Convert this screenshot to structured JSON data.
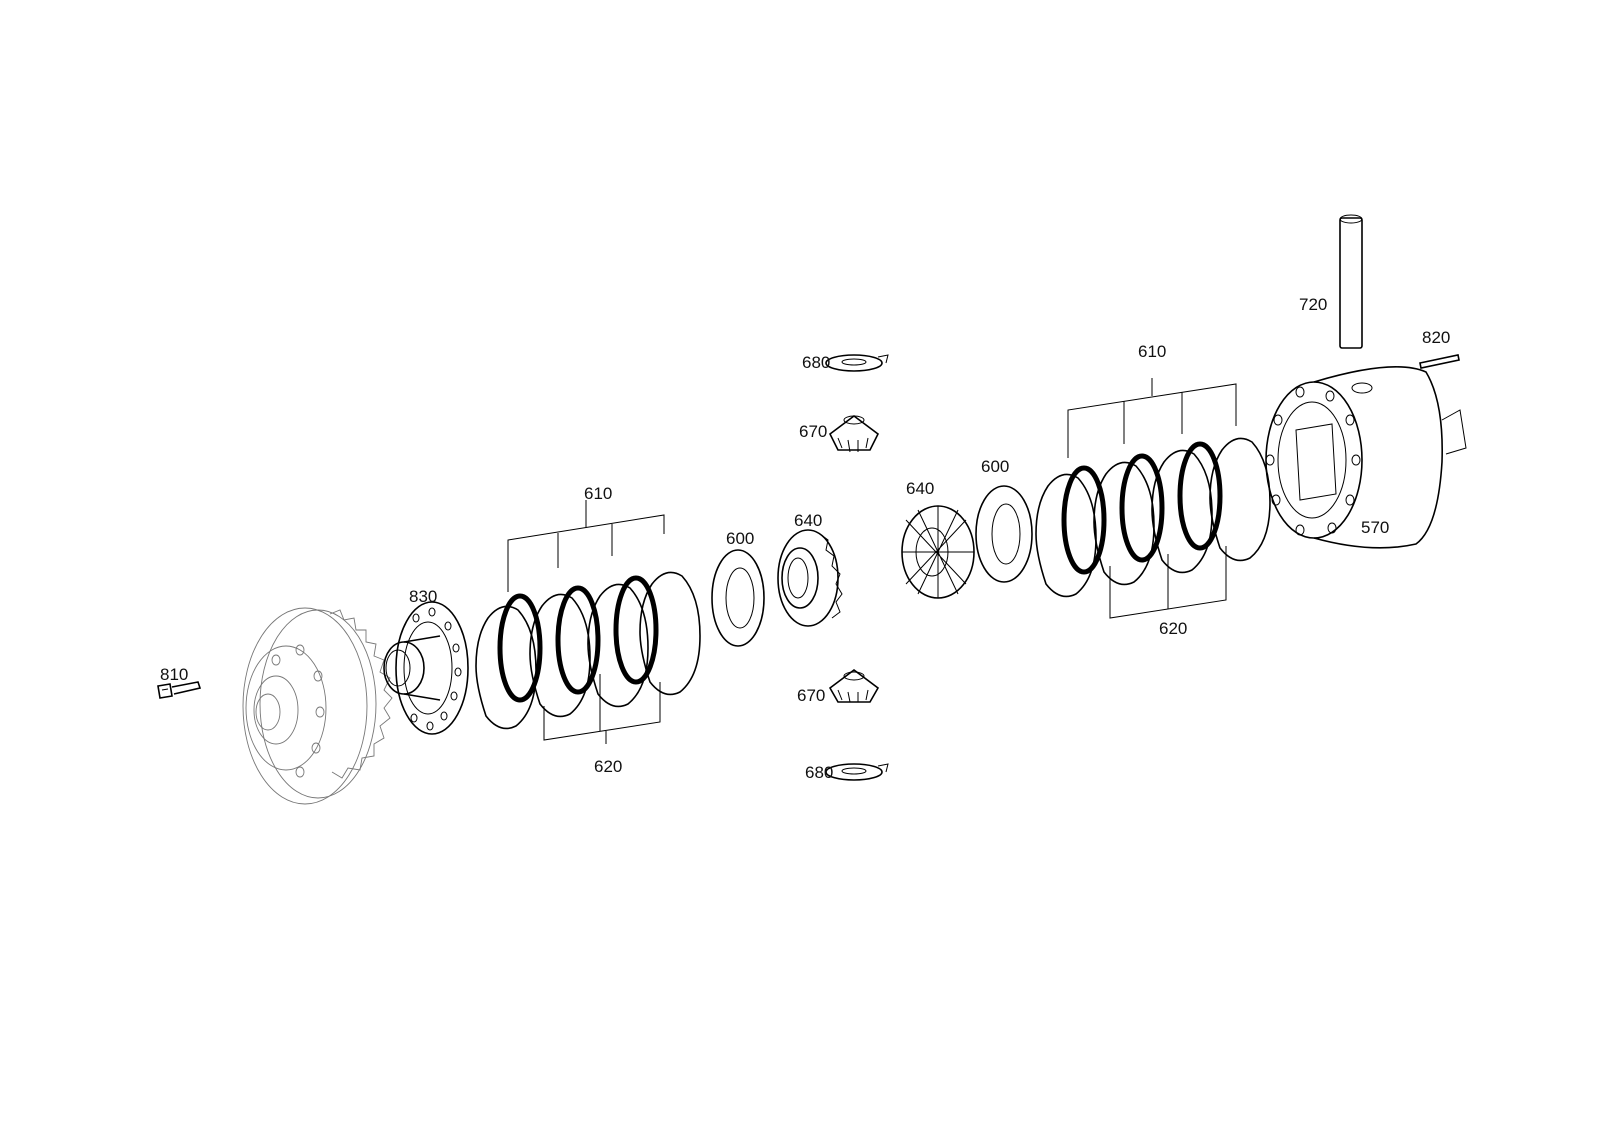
{
  "diagram": {
    "type": "exploded-parts-view",
    "labels": {
      "l810": "810",
      "l830": "830",
      "l610_left": "610",
      "l620_left": "620",
      "l600_left": "600",
      "l640_left": "640",
      "l680_top": "680",
      "l670_top": "670",
      "l670_bottom": "670",
      "l680_bottom": "680",
      "l640_right": "640",
      "l600_right": "600",
      "l610_right": "610",
      "l620_right": "620",
      "l720": "720",
      "l820": "820",
      "l570": "570"
    },
    "colors": {
      "line": "#000000",
      "background": "#ffffff",
      "faint": "#777777"
    }
  }
}
